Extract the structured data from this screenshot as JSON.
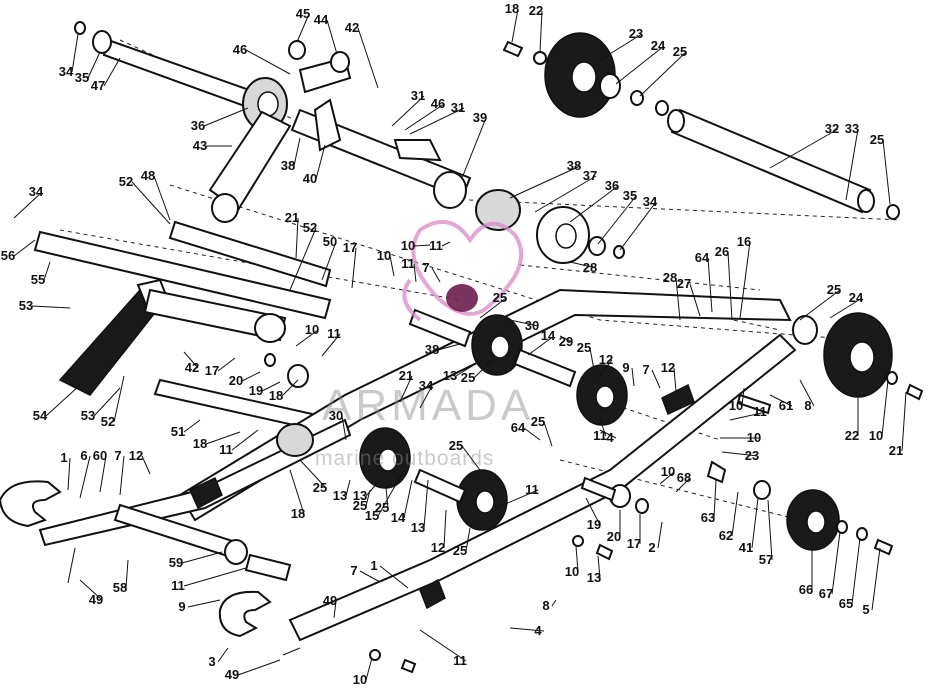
{
  "watermark": {
    "brand": "ARMADA",
    "tagline": "marine outboards"
  },
  "callouts": [
    {
      "n": "18"
    },
    {
      "n": "22"
    },
    {
      "n": "23"
    },
    {
      "n": "24"
    },
    {
      "n": "25"
    },
    {
      "n": "45"
    },
    {
      "n": "44"
    },
    {
      "n": "42"
    },
    {
      "n": "46"
    },
    {
      "n": "34"
    },
    {
      "n": "35"
    },
    {
      "n": "47"
    },
    {
      "n": "36"
    },
    {
      "n": "31"
    },
    {
      "n": "46"
    },
    {
      "n": "31"
    },
    {
      "n": "39"
    },
    {
      "n": "43"
    },
    {
      "n": "38"
    },
    {
      "n": "40"
    },
    {
      "n": "32"
    },
    {
      "n": "33"
    },
    {
      "n": "25"
    },
    {
      "n": "38"
    },
    {
      "n": "37"
    },
    {
      "n": "36"
    },
    {
      "n": "35"
    },
    {
      "n": "34"
    },
    {
      "n": "34"
    },
    {
      "n": "52"
    },
    {
      "n": "48"
    },
    {
      "n": "56"
    },
    {
      "n": "55"
    },
    {
      "n": "53"
    },
    {
      "n": "21"
    },
    {
      "n": "52"
    },
    {
      "n": "50"
    },
    {
      "n": "17"
    },
    {
      "n": "10"
    },
    {
      "n": "11"
    },
    {
      "n": "10"
    },
    {
      "n": "11"
    },
    {
      "n": "7"
    },
    {
      "n": "28"
    },
    {
      "n": "64"
    },
    {
      "n": "26"
    },
    {
      "n": "16"
    },
    {
      "n": "28"
    },
    {
      "n": "27"
    },
    {
      "n": "25"
    },
    {
      "n": "24"
    },
    {
      "n": "25"
    },
    {
      "n": "30"
    },
    {
      "n": "14"
    },
    {
      "n": "29"
    },
    {
      "n": "25"
    },
    {
      "n": "12"
    },
    {
      "n": "9"
    },
    {
      "n": "7"
    },
    {
      "n": "12"
    },
    {
      "n": "38"
    },
    {
      "n": "13"
    },
    {
      "n": "25"
    },
    {
      "n": "42"
    },
    {
      "n": "10"
    },
    {
      "n": "11"
    },
    {
      "n": "17"
    },
    {
      "n": "20"
    },
    {
      "n": "19"
    },
    {
      "n": "18"
    },
    {
      "n": "21"
    },
    {
      "n": "34"
    },
    {
      "n": "54"
    },
    {
      "n": "53"
    },
    {
      "n": "52"
    },
    {
      "n": "51"
    },
    {
      "n": "18"
    },
    {
      "n": "11"
    },
    {
      "n": "30"
    },
    {
      "n": "13"
    },
    {
      "n": "25"
    },
    {
      "n": "25"
    },
    {
      "n": "11"
    },
    {
      "n": "10"
    },
    {
      "n": "61"
    },
    {
      "n": "8"
    },
    {
      "n": "11"
    },
    {
      "n": "10"
    },
    {
      "n": "23"
    },
    {
      "n": "22"
    },
    {
      "n": "10"
    },
    {
      "n": "21"
    },
    {
      "n": "64"
    },
    {
      "n": "25"
    },
    {
      "n": "4"
    },
    {
      "n": "1"
    },
    {
      "n": "6"
    },
    {
      "n": "60"
    },
    {
      "n": "7"
    },
    {
      "n": "12"
    },
    {
      "n": "25"
    },
    {
      "n": "13"
    },
    {
      "n": "25"
    },
    {
      "n": "15"
    },
    {
      "n": "14"
    },
    {
      "n": "13"
    },
    {
      "n": "12"
    },
    {
      "n": "25"
    },
    {
      "n": "11"
    },
    {
      "n": "10"
    },
    {
      "n": "68"
    },
    {
      "n": "63"
    },
    {
      "n": "62"
    },
    {
      "n": "41"
    },
    {
      "n": "57"
    },
    {
      "n": "18"
    },
    {
      "n": "19"
    },
    {
      "n": "20"
    },
    {
      "n": "17"
    },
    {
      "n": "2"
    },
    {
      "n": "49"
    },
    {
      "n": "58"
    },
    {
      "n": "59"
    },
    {
      "n": "11"
    },
    {
      "n": "10"
    },
    {
      "n": "13"
    },
    {
      "n": "66"
    },
    {
      "n": "67"
    },
    {
      "n": "65"
    },
    {
      "n": "5"
    },
    {
      "n": "9"
    },
    {
      "n": "7"
    },
    {
      "n": "1"
    },
    {
      "n": "49"
    },
    {
      "n": "8"
    },
    {
      "n": "4"
    },
    {
      "n": "3"
    },
    {
      "n": "49"
    },
    {
      "n": "11"
    },
    {
      "n": "10"
    }
  ]
}
